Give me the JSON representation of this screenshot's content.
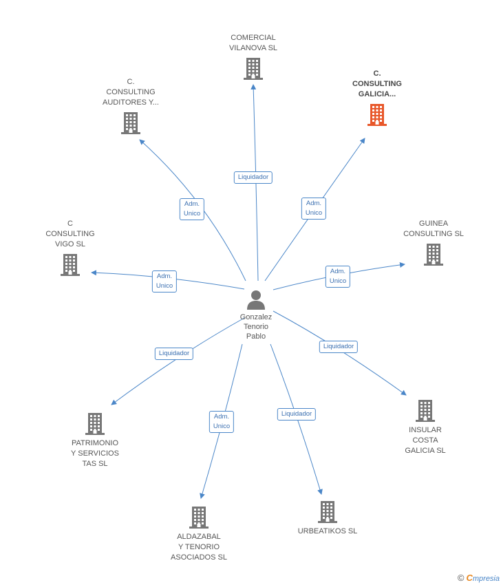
{
  "center": {
    "label": "Gonzalez\nTenorio\nPablo",
    "icon": "person-icon",
    "color": "#777777"
  },
  "colors": {
    "edge": "#4a86c8",
    "building": "#777777",
    "highlight": "#e8572a"
  },
  "nodes": [
    {
      "id": "comercial-vilanova",
      "label": "COMERCIAL\nVILANOVA SL",
      "highlight": false
    },
    {
      "id": "c-consulting-galicia",
      "label": "C.\nCONSULTING\nGALICIA...",
      "highlight": true
    },
    {
      "id": "c-consulting-auditores",
      "label": "C.\nCONSULTING\nAUDITORES Y...",
      "highlight": false
    },
    {
      "id": "c-consulting-vigo",
      "label": "C\nCONSULTING\nVIGO  SL",
      "highlight": false
    },
    {
      "id": "guinea-consulting",
      "label": "GUINEA\nCONSULTING  SL",
      "highlight": false
    },
    {
      "id": "patrimonio",
      "label": "PATRIMONIO\nY SERVICIOS\nTAS  SL",
      "highlight": false
    },
    {
      "id": "insular-costa",
      "label": "INSULAR\nCOSTA\nGALICIA SL",
      "highlight": false
    },
    {
      "id": "aldazabal",
      "label": "ALDAZABAL\nY TENORIO\nASOCIADOS  SL",
      "highlight": false
    },
    {
      "id": "urbeatikos",
      "label": "URBEATIKOS SL",
      "highlight": false
    }
  ],
  "relations": [
    {
      "target": "comercial-vilanova",
      "label": "Liquidador"
    },
    {
      "target": "c-consulting-galicia",
      "label": "Adm.\nUnico"
    },
    {
      "target": "c-consulting-auditores",
      "label": "Adm.\nUnico"
    },
    {
      "target": "c-consulting-vigo",
      "label": "Adm.\nUnico"
    },
    {
      "target": "guinea-consulting",
      "label": "Adm.\nUnico"
    },
    {
      "target": "patrimonio",
      "label": "Liquidador"
    },
    {
      "target": "insular-costa",
      "label": "Liquidador"
    },
    {
      "target": "aldazabal",
      "label": "Adm.\nUnico"
    },
    {
      "target": "urbeatikos",
      "label": "Liquidador"
    }
  ],
  "brand": {
    "copyright": "©",
    "initial": "C",
    "name": "mpresia"
  }
}
